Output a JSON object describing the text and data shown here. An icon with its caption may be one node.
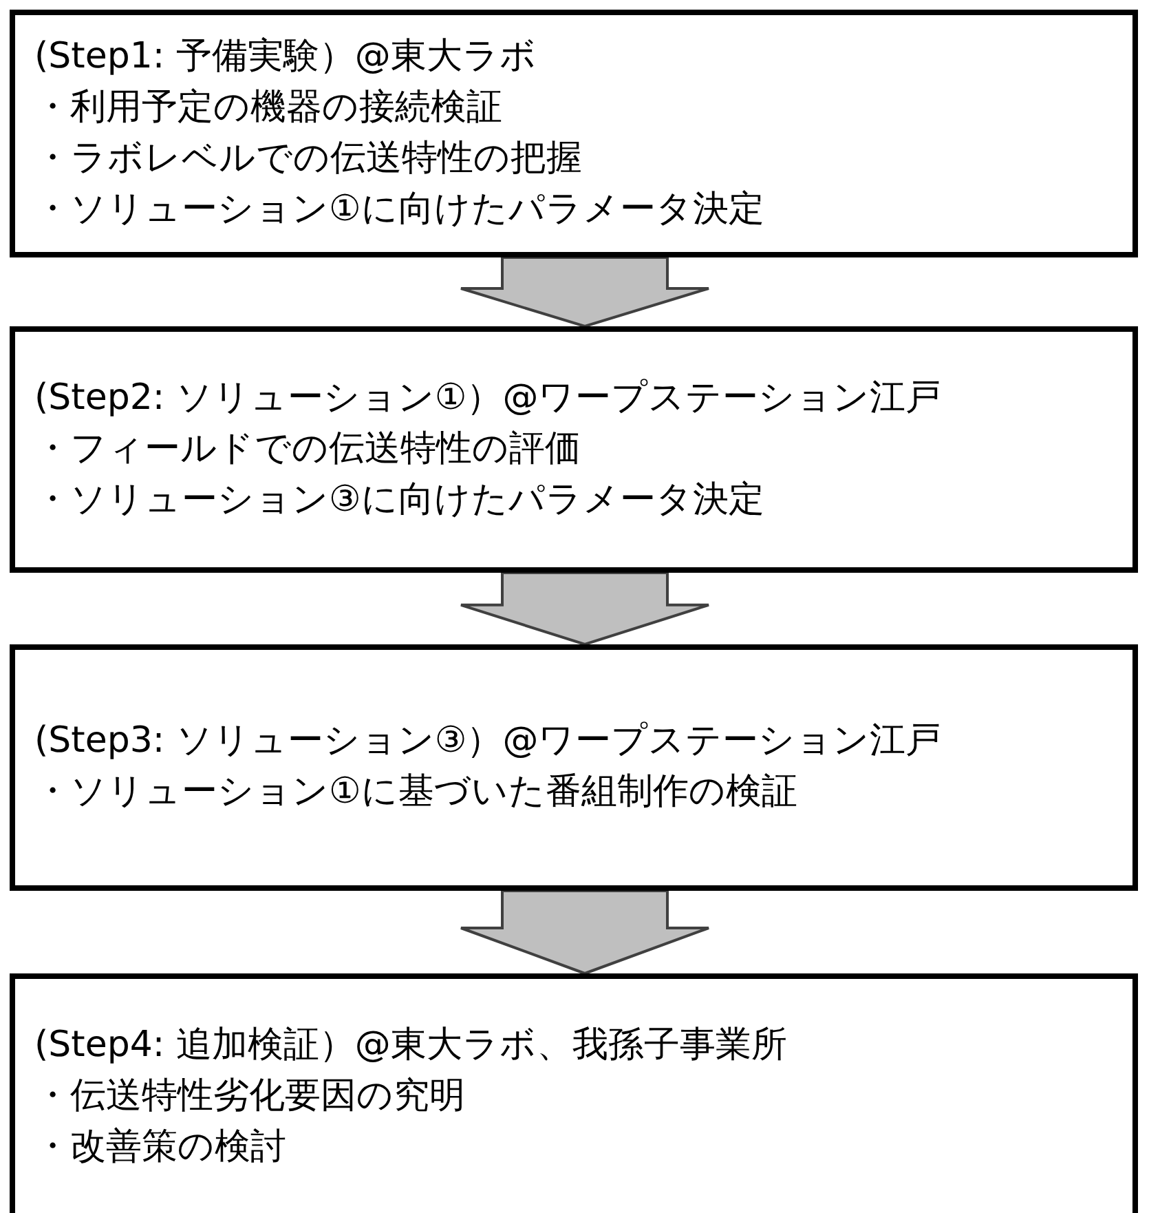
{
  "diagram": {
    "nodes": [
      {
        "text": [
          "(Step1: 予備実験）@東大ラボ",
          "・利用予定の機器の接続検証",
          "・ラボレベルでの伝送特性の把握",
          "・ソリューション①に向けたパラメータ決定"
        ]
      },
      {
        "text": [
          "(Step2: ソリューション①）@ワープステーション江戸",
          "・フィールドでの伝送特性の評価",
          "・ソリューション③に向けたパラメータ決定"
        ]
      },
      {
        "text": [
          "(Step3: ソリューション③）@ワープステーション江戸",
          "・ソリューション①に基づいた番組制作の検証"
        ]
      },
      {
        "text": [
          "(Step4: 追加検証）@東大ラボ、我孫子事業所",
          "・伝送特性劣化要因の究明",
          "・改善策の検討"
        ]
      }
    ],
    "edges": [
      {
        "from": 0,
        "to": 1,
        "arrow": "to"
      },
      {
        "from": 1,
        "to": 2,
        "arrow": "to"
      },
      {
        "from": 2,
        "to": 3,
        "arrow": "to"
      }
    ]
  }
}
